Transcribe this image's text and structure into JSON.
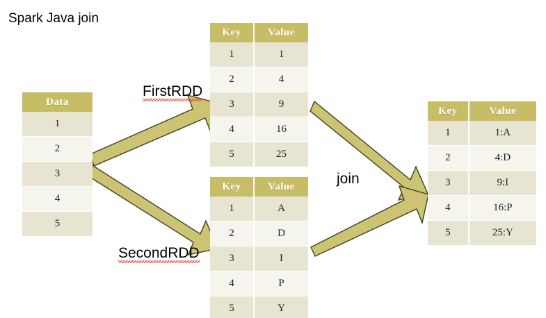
{
  "title": "Spark Java join",
  "colors": {
    "header_gold": "#c7bd66",
    "row_odd": "#e7e5d1",
    "row_even": "#f6f5ed",
    "arrow_fill": "#cdc473",
    "arrow_outline": "#3f3f22",
    "text": "#000000",
    "spellcheck_underline": "#e23b2e"
  },
  "labels": {
    "first_rdd": "FirstRDD",
    "second_rdd": "SecondRDD",
    "join": "join"
  },
  "tables": {
    "data": {
      "name": "Data",
      "headers": [
        "Data"
      ],
      "rows": [
        [
          "1"
        ],
        [
          "2"
        ],
        [
          "3"
        ],
        [
          "4"
        ],
        [
          "5"
        ]
      ]
    },
    "first_rdd": {
      "name": "FirstRDD",
      "headers": [
        "Key",
        "Value"
      ],
      "rows": [
        [
          "1",
          "1"
        ],
        [
          "2",
          "4"
        ],
        [
          "3",
          "9"
        ],
        [
          "4",
          "16"
        ],
        [
          "5",
          "25"
        ]
      ]
    },
    "second_rdd": {
      "name": "SecondRDD",
      "headers": [
        "Key",
        "Value"
      ],
      "rows": [
        [
          "1",
          "A"
        ],
        [
          "2",
          "D"
        ],
        [
          "3",
          "I"
        ],
        [
          "4",
          "P"
        ],
        [
          "5",
          "Y"
        ]
      ]
    },
    "result": {
      "name": "join result",
      "headers": [
        "Key",
        "Value"
      ],
      "rows": [
        [
          "1",
          "1:A"
        ],
        [
          "2",
          "4:D"
        ],
        [
          "3",
          "9:I"
        ],
        [
          "4",
          "16:P"
        ],
        [
          "5",
          "25:Y"
        ]
      ]
    }
  },
  "arrows": [
    {
      "name": "data-to-first-rdd",
      "from": "Data",
      "to": "FirstRDD"
    },
    {
      "name": "data-to-second-rdd",
      "from": "Data",
      "to": "SecondRDD"
    },
    {
      "name": "first-rdd-to-result",
      "from": "FirstRDD",
      "to": "join result"
    },
    {
      "name": "second-rdd-to-result",
      "from": "SecondRDD",
      "to": "join result"
    }
  ]
}
